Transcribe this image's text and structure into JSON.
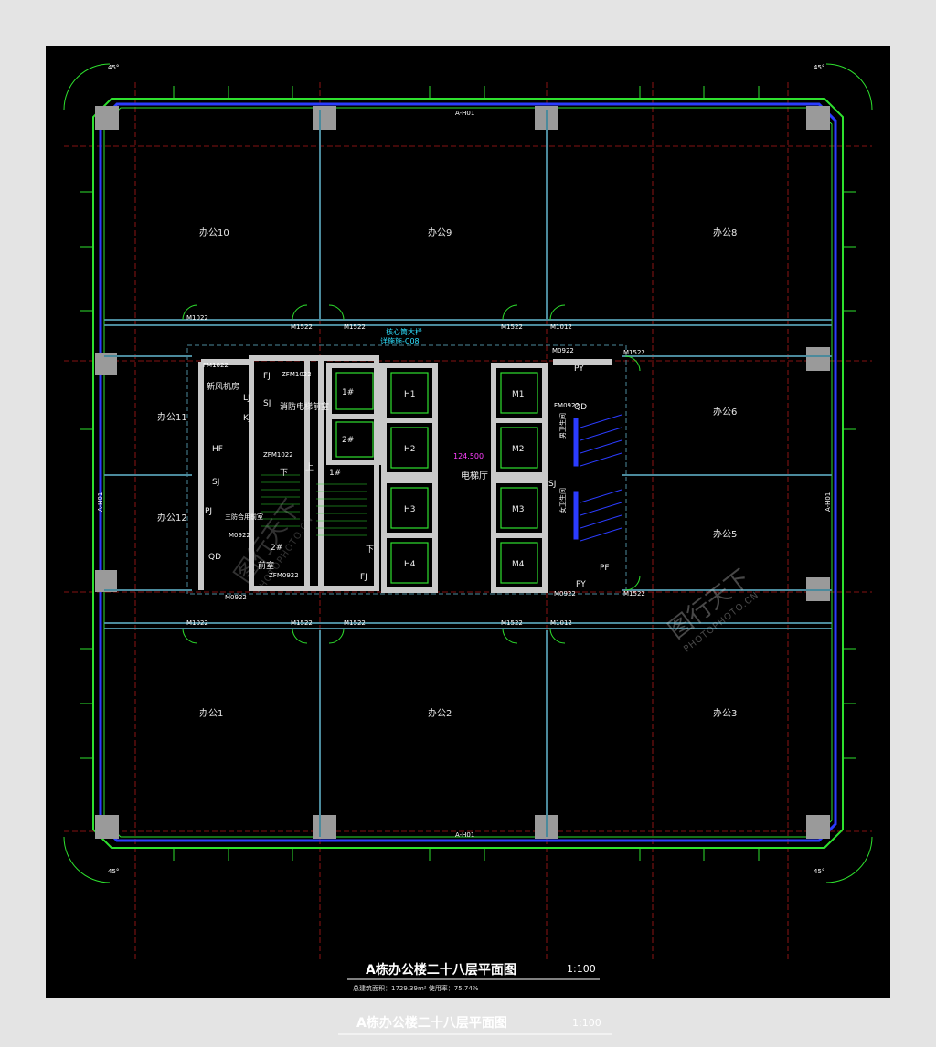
{
  "drawing": {
    "title": "A栋办公楼二十八层平面图",
    "scale": "1:100",
    "stats": "总建筑面积：1729.39m²   使用率：75.74%",
    "elevation": "124.500",
    "axis_labels": [
      "A-H01",
      "A-H01",
      "A-H01",
      "A-H01"
    ],
    "angle_label": "45°"
  },
  "rooms": {
    "office_10": "办公10",
    "office_9": "办公9",
    "office_8": "办公8",
    "office_11": "办公11",
    "office_12": "办公12",
    "office_6": "办公6",
    "office_5": "办公5",
    "office_1": "办公1",
    "office_2": "办公2",
    "office_3": "办公3",
    "elevator_hall": "电梯厅",
    "fresh_air_room": "新风机房",
    "fire_elevator": "消防电梯前室",
    "front_room": "前室",
    "shared_front_room": "三防合用前室",
    "male_wc": "男卫生间",
    "female_wc": "女卫生间",
    "section_note": "核心筒大样",
    "section_note_2": "详施施-C08"
  },
  "core": {
    "stairs": [
      "1#",
      "2#"
    ],
    "fire_lifts": [
      "1#",
      "2#"
    ],
    "lifts_h": [
      "H1",
      "H2",
      "H3",
      "H4"
    ],
    "lifts_m": [
      "M1",
      "M2",
      "M3",
      "M4"
    ],
    "shaft_labels": [
      "FJ",
      "SJ",
      "LJ",
      "KJ",
      "HF",
      "SJ",
      "PJ",
      "QD",
      "FJ",
      "PY",
      "QD",
      "SJ",
      "PF",
      "PY"
    ],
    "stair_up": "上",
    "stair_down": "下"
  },
  "doors": {
    "m1522": "M1522",
    "m1022": "M1022",
    "m1012": "M1012",
    "m0922": "M0922",
    "fm1022": "FM1022",
    "zfm0922": "ZFM0922",
    "zfm1022": "ZFM1022",
    "fm0922": "FM0922"
  },
  "watermark": {
    "main": "图行天下",
    "sub": "PHOTOPHOTO.CN"
  },
  "colors": {
    "canvas": "#000000",
    "frame": "#e4e4e4",
    "wall": "#c9c9c9",
    "window_green": "#2ee02e",
    "blue_edge": "#2b3cff",
    "grid_red": "#b01818",
    "partition": "#4b8a9c",
    "tag": "#ffffff",
    "elevation": "#ff40ff",
    "column": "#9a9a9a"
  }
}
